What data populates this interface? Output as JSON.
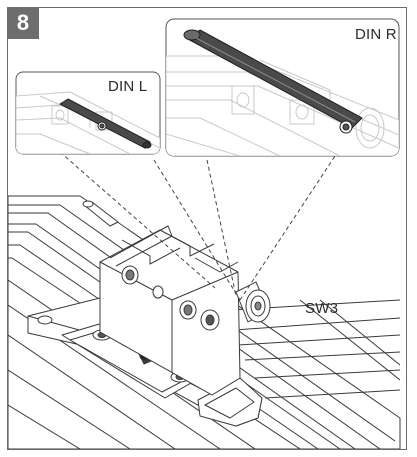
{
  "step": {
    "number": "8"
  },
  "labels": {
    "din_r": "DIN R",
    "din_l": "DIN L",
    "tool": "SW3"
  },
  "colors": {
    "frame": "#6a6a6a",
    "badge": "#6d6d6d",
    "line": "#3a3a3a",
    "fill": "#ffffff",
    "faded": "#c9c9c9",
    "dark_part": "#3c3c3c"
  }
}
